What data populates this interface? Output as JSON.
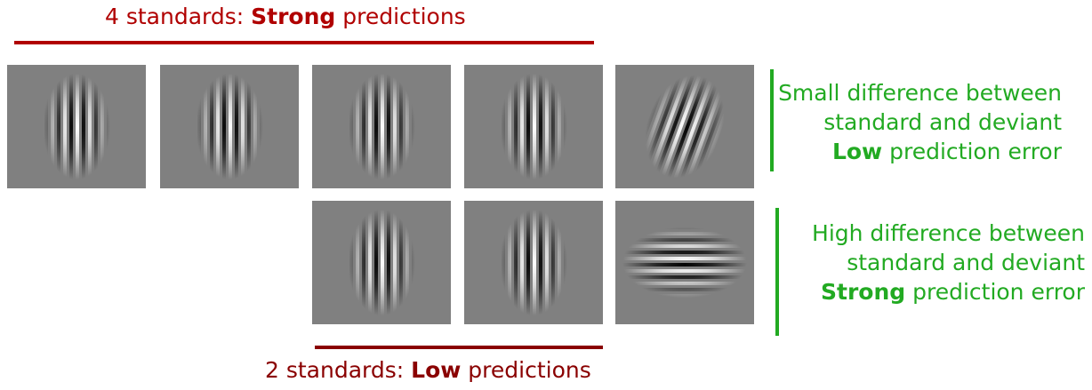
{
  "top_caption": {
    "count_text": "4 standards: ",
    "strength": "Strong",
    "suffix": " predictions"
  },
  "bottom_caption": {
    "count_text": "2 standards: ",
    "strength": "Low",
    "suffix": " predictions"
  },
  "note_small": {
    "line1": "Small difference between",
    "line2": "standard and deviant",
    "strength": "Low",
    "line3_suffix": " prediction error"
  },
  "note_high": {
    "line1": "High difference between",
    "line2": "standard and deviant",
    "strength": "Strong",
    "line3_suffix": " prediction error"
  },
  "colors": {
    "caption_red": "#b00000",
    "caption_dark_red": "#8a0000",
    "accent_green": "#22aa22",
    "patch_gray": "#808080"
  },
  "patches": {
    "row1": [
      "vertical",
      "vertical",
      "vertical",
      "vertical",
      "tilted"
    ],
    "row2": [
      "vertical",
      "vertical",
      "horizontal"
    ]
  }
}
